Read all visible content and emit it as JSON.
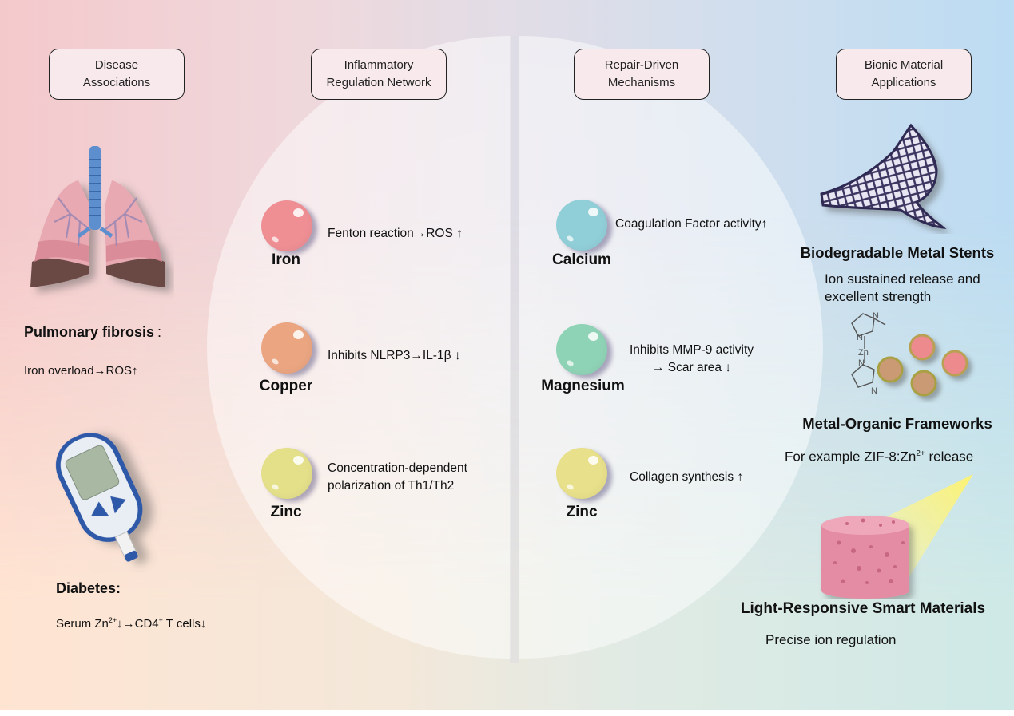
{
  "headers": [
    {
      "line1": "Disease",
      "line2": "Associations"
    },
    {
      "line1": "Inflammatory",
      "line2": "Regulation Network"
    },
    {
      "line1": "Repair-Driven",
      "line2": "Mechanisms"
    },
    {
      "line1": "Bionic Material",
      "line2": "Applications"
    }
  ],
  "diseases": [
    {
      "title": "Pulmonary fibrosis",
      "separator": ":",
      "detail": "Iron overload→ROS↑",
      "icon": "lungs-icon"
    },
    {
      "title": "Diabetes:",
      "detail_parts": [
        "Serum Zn",
        "2+",
        "↓→CD4",
        "+",
        " T cells↓"
      ],
      "icon": "glucose-meter-icon"
    }
  ],
  "inflammatory": [
    {
      "metal": "Iron",
      "effect_lines": [
        "Fenton reaction→ROS ↑"
      ],
      "color": "#ef8f94"
    },
    {
      "metal": "Copper",
      "effect_lines": [
        "Inhibits NLRP3→IL-1β ↓"
      ],
      "color": "#eba681"
    },
    {
      "metal": "Zinc",
      "effect_lines": [
        "Concentration-dependent",
        "polarization of Th1/Th2"
      ],
      "color": "#e4e08a"
    }
  ],
  "repair": [
    {
      "metal": "Calcium",
      "effect_lines": [
        "Coagulation Factor activity↑"
      ],
      "color": "#91cfd8"
    },
    {
      "metal": "Magnesium",
      "effect_lines": [
        "Inhibits MMP-9 activity",
        "→ Scar area ↓"
      ],
      "color": "#8fd3b6"
    },
    {
      "metal": "Zinc",
      "effect_lines": [
        "Collagen synthesis ↑"
      ],
      "color": "#e8e08a"
    }
  ],
  "applications": [
    {
      "title": "Biodegradable Metal Stents",
      "desc_lines": [
        "Ion sustained release and",
        "excellent strength"
      ],
      "icon": "metal-stent-icon"
    },
    {
      "title": "Metal-Organic Frameworks",
      "desc_parts": [
        "For example ZIF-8:Zn",
        "2+",
        " release"
      ],
      "icon": "zif8-mof-icon",
      "molecule_label": "Zn"
    },
    {
      "title": "Light-Responsive Smart Materials",
      "desc_lines": [
        "Precise ion regulation"
      ],
      "icon": "porous-scaffold-icon"
    }
  ],
  "colors": {
    "left_bg": "#f4c9cc",
    "right_bg": "#bcdcf3",
    "header_box_bg": "#f8eaec"
  }
}
